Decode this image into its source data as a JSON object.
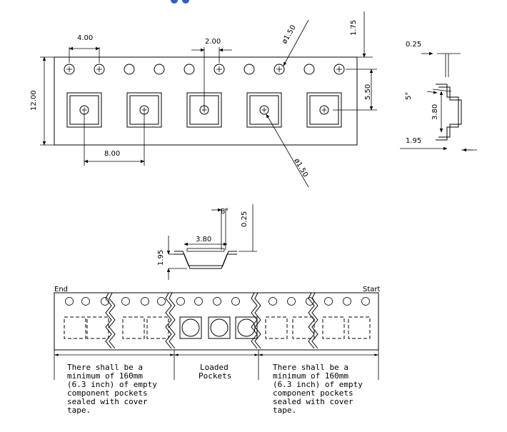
{
  "top_view": {
    "dim_hole_pitch": "4.00",
    "dim_hole_offset": "2.00",
    "dim_hole_dia": "ø1.50",
    "dim_edge_to_hole": "1.75",
    "dim_tape_width": "12.00",
    "dim_hole_to_pocket": "5.50",
    "dim_pocket_pitch": "8.00",
    "dim_pocket_hole_dia": "ø1.50"
  },
  "side_view": {
    "dim_thickness": "0.25",
    "dim_angle": "5°",
    "dim_pocket_width": "3.80",
    "dim_depth": "1.95"
  },
  "cross_section": {
    "dim_angle": "8°",
    "dim_thickness": "0.25",
    "dim_pocket_width": "3.80",
    "dim_depth": "1.95"
  },
  "reel": {
    "label_end": "End",
    "label_start": "Start",
    "note_left": [
      "There shall be a",
      "minimum of 160mm",
      "(6.3 inch) of empty",
      "component pockets",
      "sealed with cover",
      "tape."
    ],
    "note_middle": [
      "Loaded",
      "Pockets"
    ],
    "note_right": [
      "There shall be a",
      "minimum of 160mm",
      "(6.3 inch) of empty",
      "component pockets",
      "sealed with cover",
      "tape."
    ]
  },
  "colors": {
    "line": "#000000",
    "background": "#ffffff",
    "header_accent": "#2a62c8"
  }
}
